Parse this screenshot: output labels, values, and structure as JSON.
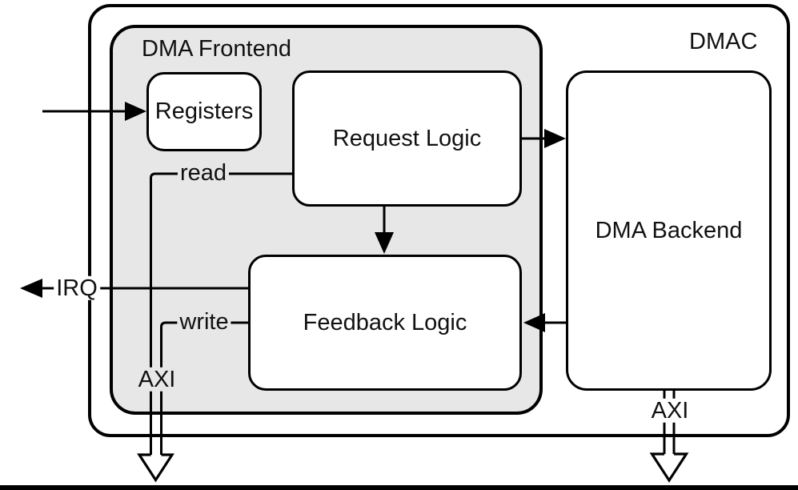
{
  "diagram": {
    "title": "DMAC",
    "frontend": {
      "label": "DMA Frontend"
    },
    "blocks": {
      "registers": {
        "label": "Registers"
      },
      "request_logic": {
        "label": "Request Logic"
      },
      "feedback_logic": {
        "label": "Feedback Logic"
      },
      "dma_backend": {
        "label": "DMA Backend"
      }
    },
    "signals": {
      "read": {
        "label": "read"
      },
      "write": {
        "label": "write"
      },
      "irq": {
        "label": "IRQ"
      },
      "axi_frontend": {
        "label": "AXI"
      },
      "axi_backend": {
        "label": "AXI"
      }
    },
    "colors": {
      "line": "#000000",
      "frontend_fill": "#e7e7e7",
      "block_fill": "#ffffff"
    }
  }
}
